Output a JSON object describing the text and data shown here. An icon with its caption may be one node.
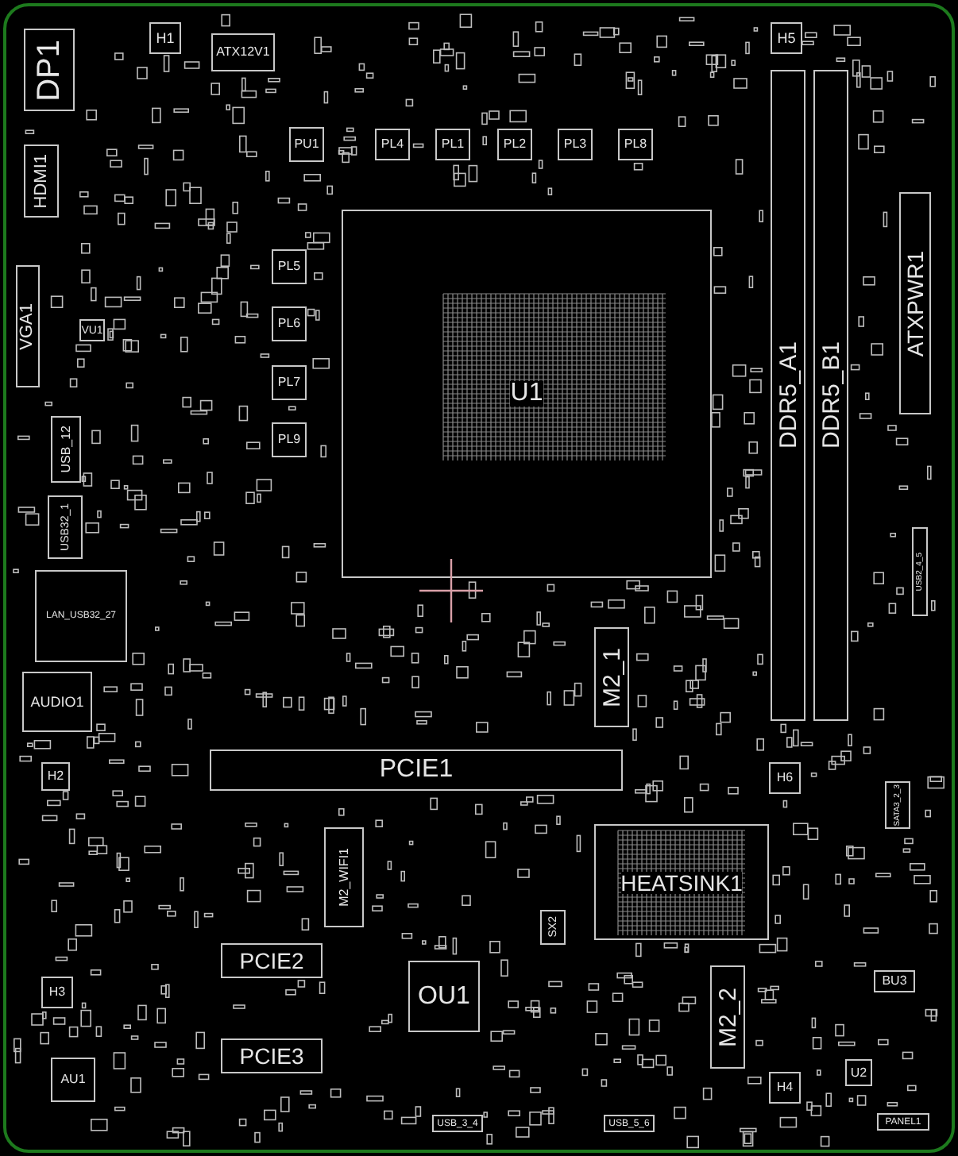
{
  "diagram": {
    "nodes": [
      {
        "text": [
          "DP1"
        ]
      },
      {
        "text": [
          "H1"
        ]
      },
      {
        "text": [
          "ATX12V1"
        ]
      },
      {
        "text": [
          "PU1"
        ]
      },
      {
        "text": [
          "PL4"
        ]
      },
      {
        "text": [
          "PL1"
        ]
      },
      {
        "text": [
          "PL2"
        ]
      },
      {
        "text": [
          "PL3"
        ]
      },
      {
        "text": [
          "PL8"
        ]
      },
      {
        "text": [
          "H5"
        ]
      },
      {
        "text": [
          "HDMI1"
        ]
      },
      {
        "text": [
          "PL5"
        ]
      },
      {
        "text": [
          "PL6"
        ]
      },
      {
        "text": [
          "VGA1"
        ]
      },
      {
        "text": [
          "VU1"
        ]
      },
      {
        "text": [
          "PL7"
        ]
      },
      {
        "text": [
          "U1"
        ]
      },
      {
        "text": [
          "DDR5_A1"
        ]
      },
      {
        "text": [
          "DDR5_B1"
        ]
      },
      {
        "text": [
          "ATXPWR1"
        ]
      },
      {
        "text": [
          "PL9"
        ]
      },
      {
        "text": [
          "USB_12"
        ]
      },
      {
        "text": [
          "USB32_1"
        ]
      },
      {
        "text": [
          "LAN_USB32_27"
        ]
      },
      {
        "text": [
          "USB2_4_5"
        ]
      },
      {
        "text": [
          "AUDIO1"
        ]
      },
      {
        "text": [
          "M2_1"
        ]
      },
      {
        "text": [
          "PCIE1"
        ]
      },
      {
        "text": [
          "H2"
        ]
      },
      {
        "text": [
          "H6"
        ]
      },
      {
        "text": [
          "SATA3_2_3"
        ]
      },
      {
        "text": [
          "M2_WIFI1"
        ]
      },
      {
        "text": [
          "HEATSINK1"
        ]
      },
      {
        "text": [
          "SX2"
        ]
      },
      {
        "text": [
          "PCIE2"
        ]
      },
      {
        "text": [
          "H3"
        ]
      },
      {
        "text": [
          "OU1"
        ]
      },
      {
        "text": [
          "M2_2"
        ]
      },
      {
        "text": [
          "BU3"
        ]
      },
      {
        "text": [
          "PCIE3"
        ]
      },
      {
        "text": [
          "H4"
        ]
      },
      {
        "text": [
          "U2"
        ]
      },
      {
        "text": [
          "AU1"
        ]
      },
      {
        "text": [
          "USB_3_4"
        ]
      },
      {
        "text": [
          "USB_5_6"
        ]
      },
      {
        "text": [
          "PANEL1"
        ]
      }
    ]
  }
}
